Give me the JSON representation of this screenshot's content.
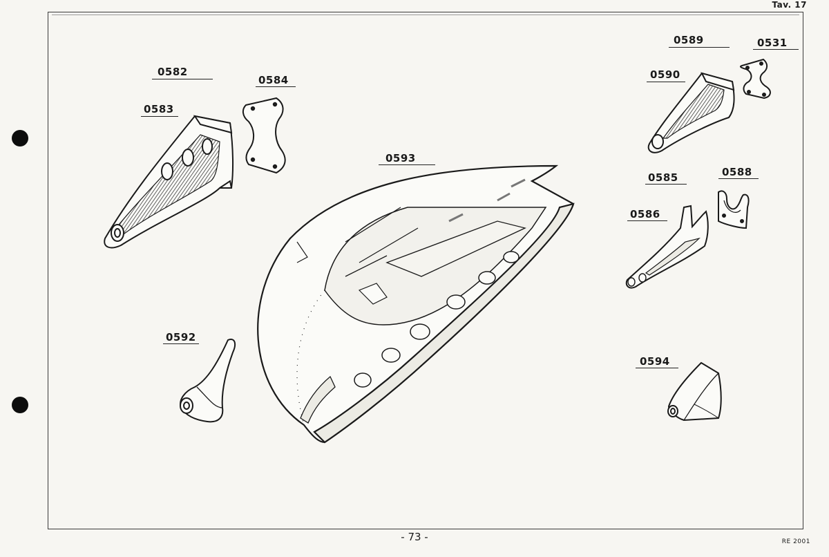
{
  "header": {
    "plate": "Tav. 17"
  },
  "footer": {
    "page": "- 73 -",
    "code": "RE 2001"
  },
  "parts": [
    {
      "number": "0582"
    },
    {
      "number": "0583"
    },
    {
      "number": "0584"
    },
    {
      "number": "0593"
    },
    {
      "number": "0589"
    },
    {
      "number": "0531"
    },
    {
      "number": "0590"
    },
    {
      "number": "0585"
    },
    {
      "number": "0588"
    },
    {
      "number": "0586"
    },
    {
      "number": "0592"
    },
    {
      "number": "0594"
    }
  ]
}
